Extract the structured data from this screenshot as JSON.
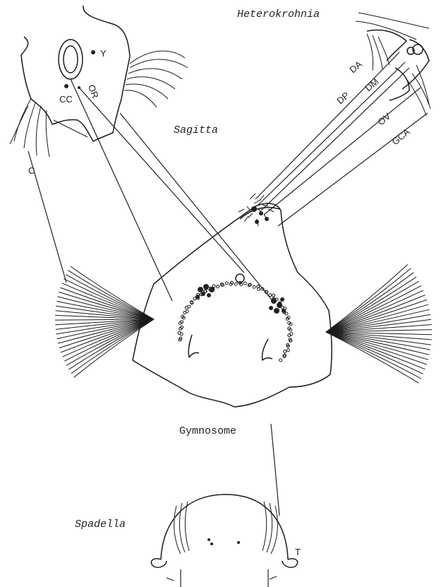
{
  "taxa": {
    "heterokrohnia": "Heterokrohnia",
    "sagitta": "Sagitta",
    "gymnosome": "Gymnosome",
    "spadella": "Spadella"
  },
  "labels": {
    "y": "Y",
    "cc": "CC",
    "or": "OR",
    "c": "C",
    "da": "DA",
    "dm": "DM",
    "dp": "DP",
    "ov": "OV",
    "gca": "GCA",
    "t": "T"
  },
  "colors": {
    "ink": "#1a1a1a",
    "paper": "#ffffff"
  }
}
